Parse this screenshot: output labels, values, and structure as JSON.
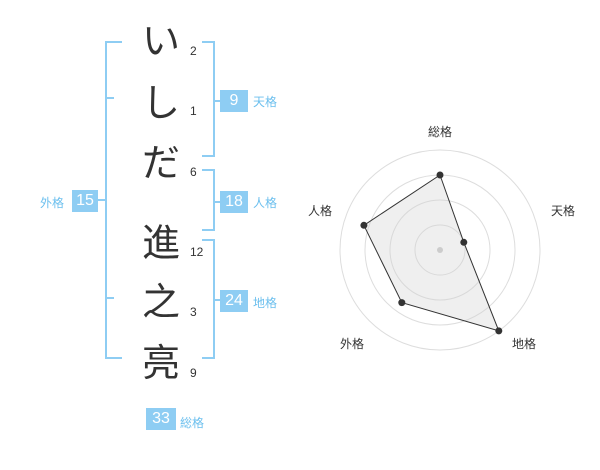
{
  "name_chars": [
    {
      "char": "い",
      "strokes": "2"
    },
    {
      "char": "し",
      "strokes": "1"
    },
    {
      "char": "だ",
      "strokes": "6"
    },
    {
      "char": "進",
      "strokes": "12"
    },
    {
      "char": "之",
      "strokes": "3"
    },
    {
      "char": "亮",
      "strokes": "9"
    }
  ],
  "kaku": {
    "tenkaku": {
      "value": "9",
      "label": "天格"
    },
    "jinkaku": {
      "value": "18",
      "label": "人格"
    },
    "chikaku": {
      "value": "24",
      "label": "地格"
    },
    "gaikaku": {
      "value": "15",
      "label": "外格"
    },
    "soukaku": {
      "value": "33",
      "label": "総格"
    }
  },
  "colors": {
    "accent": "#8ecdf3",
    "accent_text": "#6bbfee",
    "bracket": "#8ecdf3",
    "radar_fill": "#f0f0f0"
  },
  "chart_data": {
    "type": "radar",
    "axes": [
      "総格",
      "天格",
      "地格",
      "外格",
      "人格"
    ],
    "values": [
      0.75,
      0.25,
      1.0,
      0.65,
      0.8
    ],
    "rings": 4,
    "max": 1.0
  }
}
